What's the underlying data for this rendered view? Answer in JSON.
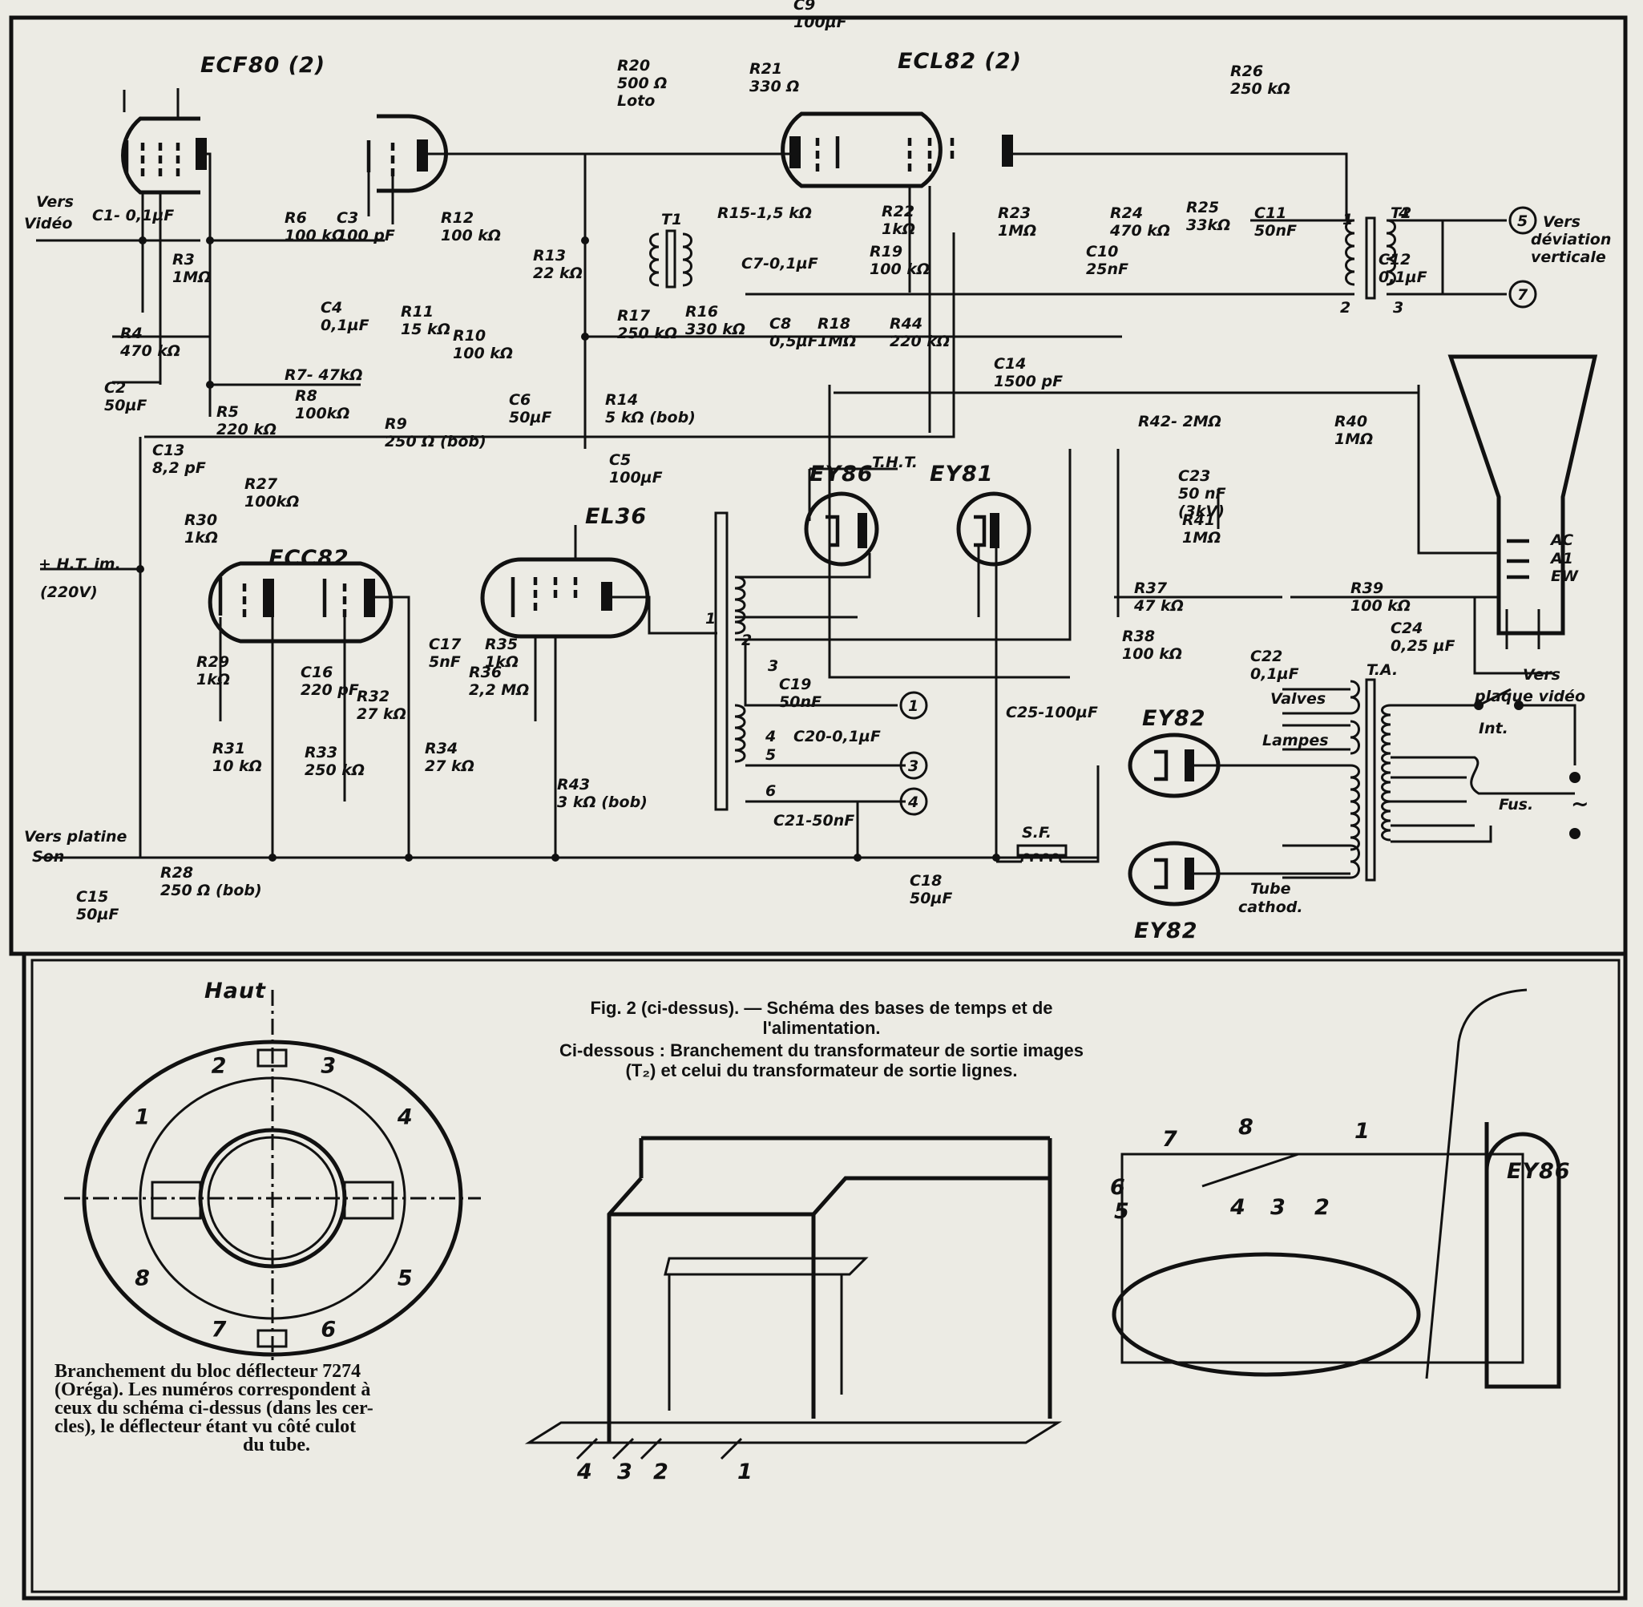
{
  "schematic": {
    "tubes": {
      "ecf80": "ECF80 (2)",
      "ecl82": "ECL82 (2)",
      "ecc82": "ECC82",
      "el36": "EL36",
      "ey86": "EY86",
      "ey81": "EY81",
      "ey82_top": "EY82",
      "ey82_bottom": "EY82"
    },
    "io": {
      "vers_video": [
        "Vers",
        "Vidéo"
      ],
      "ht_im": [
        "+ H.T. im.",
        "(220V)"
      ],
      "vers_platine": [
        "Vers platine",
        "Son"
      ],
      "tht": "T.H.T.",
      "vers_deviation": [
        "Vers",
        "déviation",
        "verticale"
      ],
      "vers_plaque": [
        "Vers",
        "plaque vidéo"
      ],
      "crt_electrodes": [
        "AC",
        "A1",
        "EW"
      ]
    },
    "resistors": [
      {
        "id": "R3",
        "value": "1MΩ"
      },
      {
        "id": "R4",
        "value": "470 kΩ"
      },
      {
        "id": "R5",
        "value": "220 kΩ"
      },
      {
        "id": "R6",
        "value": "100 kΩ"
      },
      {
        "id": "R7",
        "value": "47kΩ",
        "label": "R7- 47kΩ"
      },
      {
        "id": "R8",
        "value": "100kΩ"
      },
      {
        "id": "R9",
        "value": "250 Ω (bob)"
      },
      {
        "id": "R10",
        "value": "100 kΩ"
      },
      {
        "id": "R11",
        "value": "15 kΩ"
      },
      {
        "id": "R12",
        "value": "100 kΩ"
      },
      {
        "id": "R13",
        "value": "22 kΩ"
      },
      {
        "id": "R14",
        "value": "5 kΩ (bob)"
      },
      {
        "id": "R15",
        "value": "1,5 kΩ",
        "label": "R15-1,5 kΩ"
      },
      {
        "id": "R16",
        "value": "330 kΩ"
      },
      {
        "id": "R17",
        "value": "250 kΩ"
      },
      {
        "id": "R18",
        "value": "1MΩ"
      },
      {
        "id": "R19",
        "value": "100 kΩ"
      },
      {
        "id": "R20",
        "value": "500 Ω",
        "note": "Loto"
      },
      {
        "id": "R21",
        "value": "330 Ω"
      },
      {
        "id": "R22",
        "value": "1kΩ"
      },
      {
        "id": "R23",
        "value": "1MΩ"
      },
      {
        "id": "R24",
        "value": "470 kΩ"
      },
      {
        "id": "R25",
        "value": "33kΩ"
      },
      {
        "id": "R26",
        "value": "250 kΩ"
      },
      {
        "id": "R27",
        "value": "100kΩ"
      },
      {
        "id": "R28",
        "value": "250 Ω (bob)"
      },
      {
        "id": "R29",
        "value": "1kΩ"
      },
      {
        "id": "R30",
        "value": "1kΩ"
      },
      {
        "id": "R31",
        "value": "10 kΩ"
      },
      {
        "id": "R32",
        "value": "27 kΩ"
      },
      {
        "id": "R33",
        "value": "250 kΩ"
      },
      {
        "id": "R34",
        "value": "27 kΩ"
      },
      {
        "id": "R35",
        "value": "1kΩ"
      },
      {
        "id": "R36",
        "value": "2,2 MΩ"
      },
      {
        "id": "R37",
        "value": "47 kΩ"
      },
      {
        "id": "R38",
        "value": "100 kΩ"
      },
      {
        "id": "R39",
        "value": "100 kΩ"
      },
      {
        "id": "R40",
        "value": "1MΩ"
      },
      {
        "id": "R41",
        "value": "1MΩ"
      },
      {
        "id": "R42",
        "value": "2MΩ",
        "label": "R42- 2MΩ"
      },
      {
        "id": "R43",
        "value": "3 kΩ (bob)"
      },
      {
        "id": "R44",
        "value": "220 kΩ"
      }
    ],
    "capacitors": [
      {
        "id": "C1",
        "value": "0,1µF",
        "label": "C1- 0,1µF"
      },
      {
        "id": "C2",
        "value": "50µF"
      },
      {
        "id": "C3",
        "value": "100 pF"
      },
      {
        "id": "C4",
        "value": "0,1µF"
      },
      {
        "id": "C5",
        "value": "100µF"
      },
      {
        "id": "C6",
        "value": "50µF"
      },
      {
        "id": "C7",
        "value": "0,1µF",
        "label": "C7-0,1µF"
      },
      {
        "id": "C8",
        "value": "0,5µF"
      },
      {
        "id": "C9",
        "value": "100µF"
      },
      {
        "id": "C10",
        "value": "25nF"
      },
      {
        "id": "C11",
        "value": "50nF"
      },
      {
        "id": "C12",
        "value": "0,1µF"
      },
      {
        "id": "C13",
        "value": "8,2 pF"
      },
      {
        "id": "C14",
        "value": "1500 pF"
      },
      {
        "id": "C15",
        "value": "50µF"
      },
      {
        "id": "C16",
        "value": "220 pF"
      },
      {
        "id": "C17",
        "value": "5nF"
      },
      {
        "id": "C18",
        "value": "50µF"
      },
      {
        "id": "C19",
        "value": "50nF"
      },
      {
        "id": "C20",
        "value": "0,1µF",
        "label": "C20-0,1µF"
      },
      {
        "id": "C21",
        "value": "50nF",
        "label": "C21-50nF"
      },
      {
        "id": "C22",
        "value": "0,1µF"
      },
      {
        "id": "C23",
        "value": "50 nF",
        "note": "(3kV)"
      },
      {
        "id": "C24",
        "value": "0,25 µF"
      },
      {
        "id": "C25",
        "value": "100µF",
        "label": "C25-100µF"
      }
    ],
    "transformers": {
      "t1": "T1",
      "t2": "T2",
      "ta": "T.A.",
      "sf": "S.F.",
      "t2_pins": [
        "1",
        "2",
        "3",
        "4"
      ],
      "lines_pins": [
        "1",
        "2",
        "3",
        "4",
        "5",
        "6"
      ]
    },
    "connectors": [
      "5",
      "7",
      "1",
      "3",
      "4"
    ],
    "ta_windings": [
      "Valves",
      "Lampes",
      "Tube",
      "cathod."
    ],
    "mains": {
      "switch": "Int.",
      "fuse": "Fus.",
      "ac_symbol": "~"
    }
  },
  "caption": {
    "line1": "Fig. 2 (ci-dessus). — Schéma des bases de temps et de",
    "line2": "l'alimentation.",
    "line3": "Ci-dessous : Branchement du transformateur de sortie images",
    "line4": "(T₂) et celui du transformateur de sortie lignes."
  },
  "deflector": {
    "top_label": "Haut",
    "pins": [
      "1",
      "2",
      "3",
      "4",
      "5",
      "6",
      "7",
      "8"
    ],
    "caption": [
      "Branchement du bloc déflecteur 7274",
      "(Oréga). Les numéros correspondent à",
      "ceux du schéma ci-dessus (dans les cer-",
      "cles), le déflecteur étant vu côté culot",
      "du tube."
    ]
  },
  "frame_transformer": {
    "pins": [
      "4",
      "3",
      "2",
      "1"
    ]
  },
  "line_transformer": {
    "pins": [
      "7",
      "8",
      "1",
      "6",
      "5",
      "4",
      "3",
      "2"
    ],
    "tube_label": "EY86"
  }
}
